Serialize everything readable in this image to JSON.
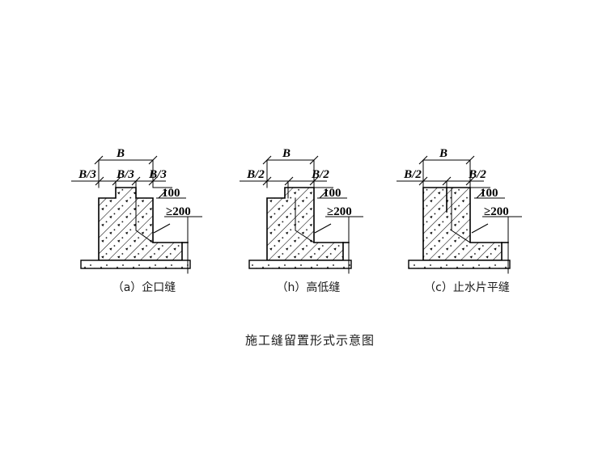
{
  "figure": {
    "caption": "施工缝留置形式示意图",
    "panels": [
      {
        "id": "a",
        "label": "（a）企口缝",
        "dimensions": {
          "total_width": "B",
          "segments": [
            "B/3",
            "B/3",
            "B/3"
          ],
          "step_height": "100",
          "ledge_width": "≥200"
        }
      },
      {
        "id": "h",
        "label": "（h）高低缝",
        "dimensions": {
          "total_width": "B",
          "segments": [
            "B/2",
            "B/2"
          ],
          "step_height": "100",
          "ledge_width": "≥200"
        }
      },
      {
        "id": "c",
        "label": "（c）止水片平缝",
        "dimensions": {
          "total_width": "B",
          "segments": [
            "B/2",
            "B/2"
          ],
          "step_height": "100",
          "ledge_width": "≥200"
        }
      }
    ],
    "colors": {
      "background": "#ffffff",
      "line": "#000000",
      "text": "#1a1a1a"
    }
  }
}
